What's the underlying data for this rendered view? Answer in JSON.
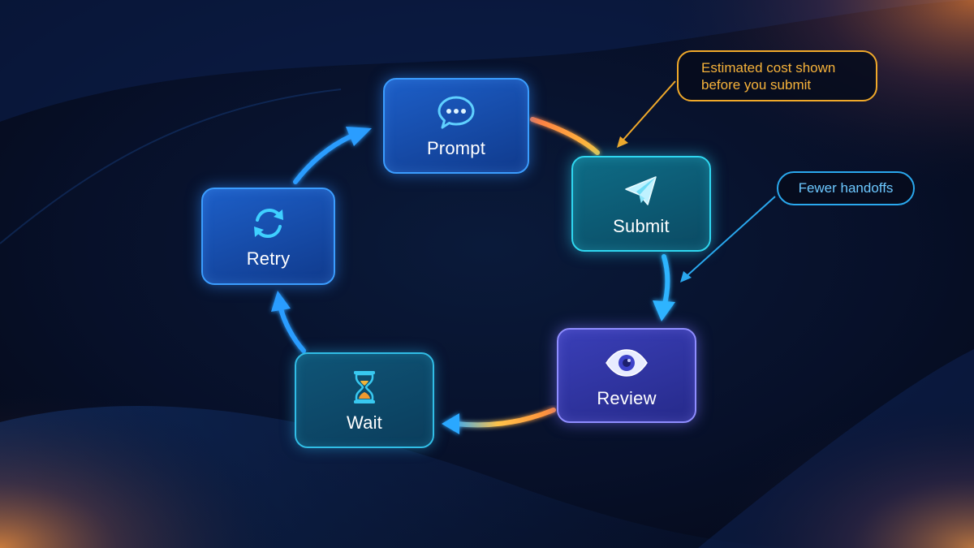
{
  "nodes": {
    "prompt": {
      "label": "Prompt",
      "icon": "chat-bubble-icon"
    },
    "submit": {
      "label": "Submit",
      "icon": "paper-plane-icon"
    },
    "review": {
      "label": "Review",
      "icon": "eye-icon"
    },
    "wait": {
      "label": "Wait",
      "icon": "hourglass-icon"
    },
    "retry": {
      "label": "Retry",
      "icon": "refresh-icon"
    }
  },
  "callouts": {
    "cost": {
      "line1": "Estimated cost shown",
      "line2": "before you submit",
      "color": "#f0a92a"
    },
    "handoffs": {
      "text": "Fewer handoffs",
      "color": "#2aa8ee"
    }
  },
  "colors": {
    "background": "#050b1c",
    "accent_blue": "#3b9dff",
    "accent_teal": "#2fd7f0",
    "accent_purple": "#8f8dff",
    "accent_orange": "#f0a92a"
  },
  "cycle_order": [
    "Prompt",
    "Submit",
    "Review",
    "Wait",
    "Retry"
  ]
}
